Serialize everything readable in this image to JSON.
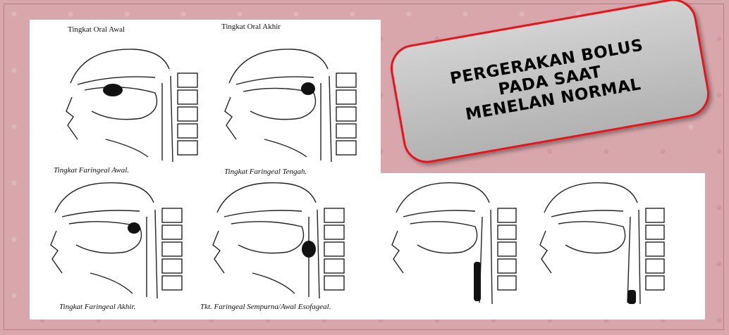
{
  "title_badge": {
    "lines": [
      "PERGERAKAN BOLUS",
      "PADA SAAT",
      "MENELAN NORMAL"
    ],
    "border_color": "#e4161c",
    "fill_color": "#bdbdbd"
  },
  "stages": [
    {
      "label": "Tingkat Oral Awal"
    },
    {
      "label": "Tingkat Oral Akhir"
    },
    {
      "label": "Tingkat Faringeal Awal."
    },
    {
      "label": "Tingkat Faringeal Tengah."
    },
    {
      "label": "Tingkat Faringeal Akhir."
    },
    {
      "label": "Tkt. Faringeal Sempurna/Awal Esofageal."
    }
  ],
  "background_color": "#d8a7ab"
}
